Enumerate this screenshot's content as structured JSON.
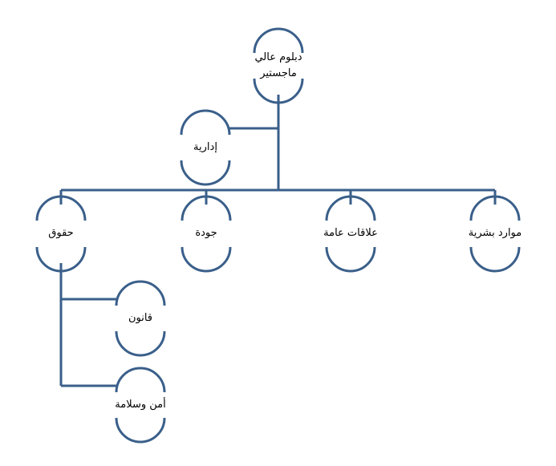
{
  "nodes": {
    "root": {
      "line1": "دبلوم عالي",
      "line2": "ماجستير"
    },
    "admin": "إدارية",
    "rights": "حقوق",
    "quality": "جودة",
    "public_relations": "علاقات عامة",
    "hr": "موارد بشرية",
    "law": "قانون",
    "safety": "أمن وسلامة"
  },
  "colors": {
    "connector": "#3a5f8a",
    "text": "#000000",
    "background": "#ffffff"
  }
}
